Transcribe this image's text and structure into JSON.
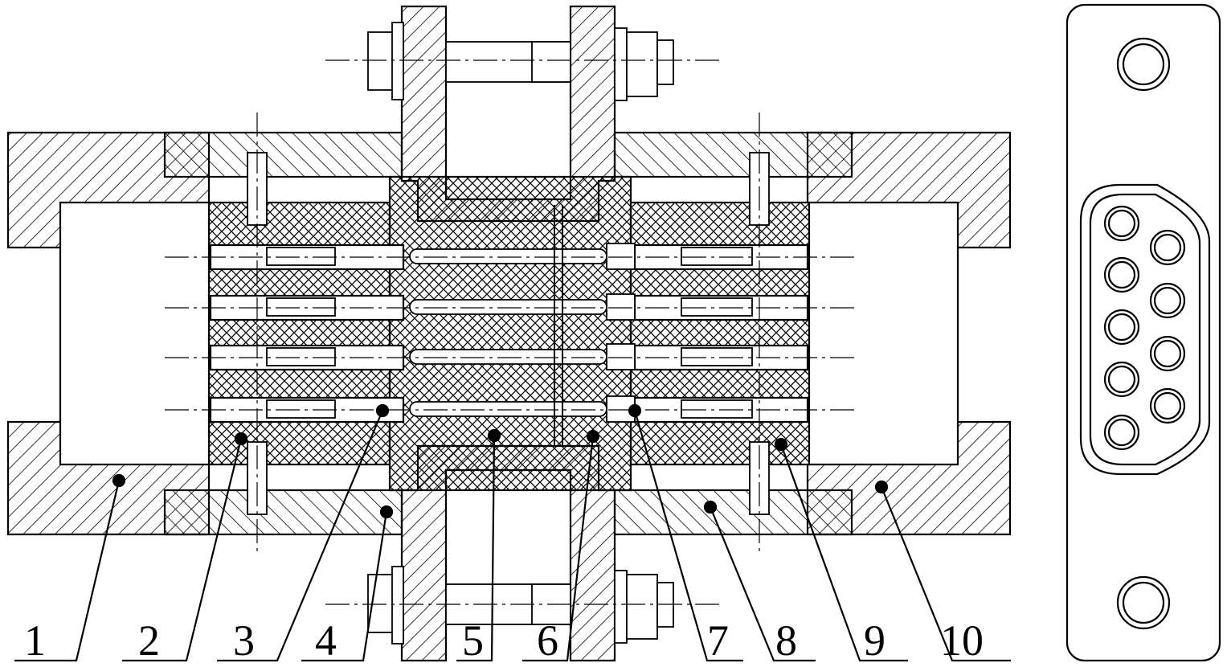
{
  "drawing": {
    "colors": {
      "ink": "#000000",
      "paper": "#ffffff"
    },
    "callouts": [
      {
        "id": "1",
        "label": "1"
      },
      {
        "id": "2",
        "label": "2"
      },
      {
        "id": "3",
        "label": "3"
      },
      {
        "id": "4",
        "label": "4"
      },
      {
        "id": "5",
        "label": "5"
      },
      {
        "id": "6",
        "label": "6"
      },
      {
        "id": "7",
        "label": "7"
      },
      {
        "id": "8",
        "label": "8"
      },
      {
        "id": "9",
        "label": "9"
      },
      {
        "id": "10",
        "label": "10"
      }
    ]
  }
}
